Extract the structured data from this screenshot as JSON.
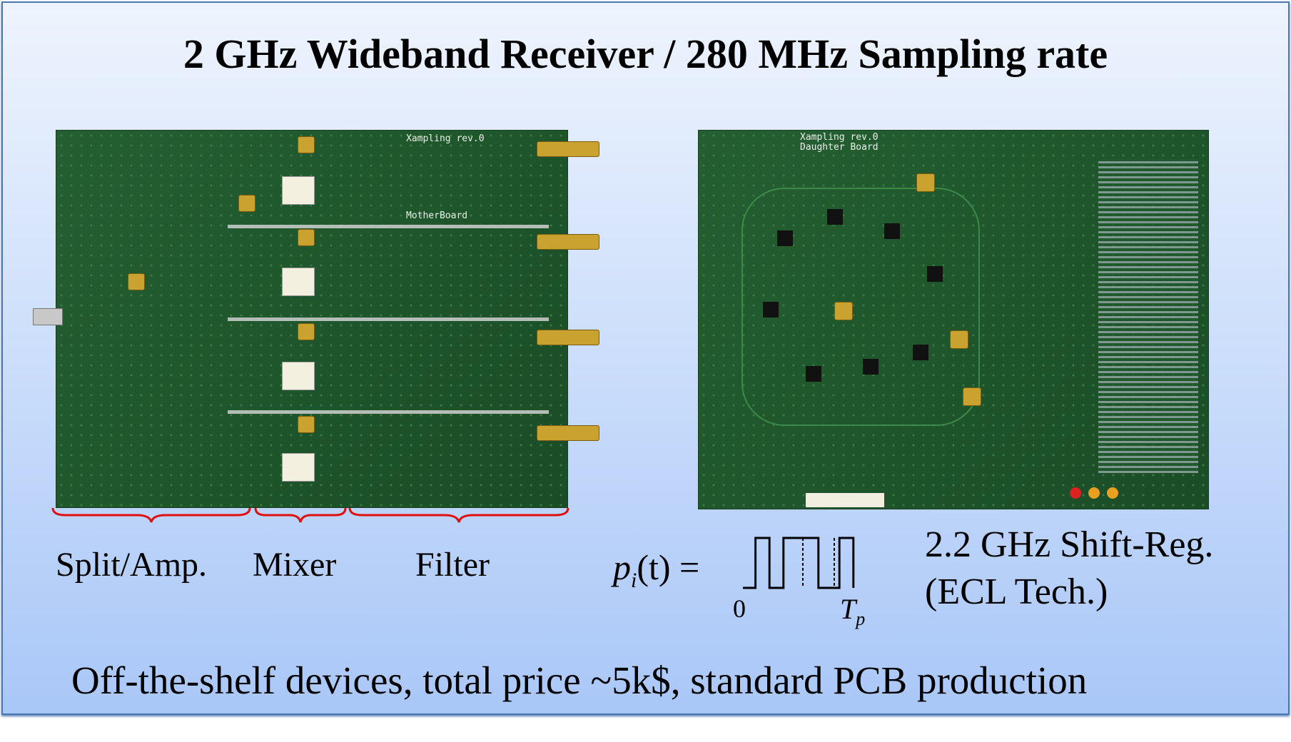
{
  "title": "2 GHz Wideband Receiver / 280 MHz Sampling rate",
  "motherboard": {
    "board_labels": [
      "Xampling rev.0",
      "MotherBoard"
    ]
  },
  "daughterboard": {
    "board_labels": [
      "Xampling rev.0",
      "Daughter Board"
    ]
  },
  "sections": [
    "Split/Amp.",
    "Mixer",
    "Filter"
  ],
  "formula": {
    "lhs": "p",
    "subscript": "i",
    "arg": "(t) =",
    "start": "0",
    "end": "T",
    "end_sub": "p"
  },
  "shift_register": {
    "line1": "2.2 GHz Shift-Reg.",
    "line2": "(ECL Tech.)"
  },
  "footer": "Off-the-shelf devices,  total price ~5k$,  standard PCB production",
  "colors": {
    "brace": "#e01010",
    "border": "#4a78b0"
  }
}
